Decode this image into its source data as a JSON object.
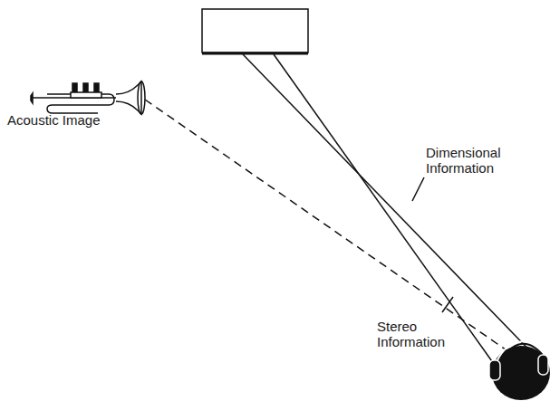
{
  "diagram": {
    "labels": [
      "Acoustic Image",
      "Dimensional Information",
      "Stereo Information"
    ]
  }
}
